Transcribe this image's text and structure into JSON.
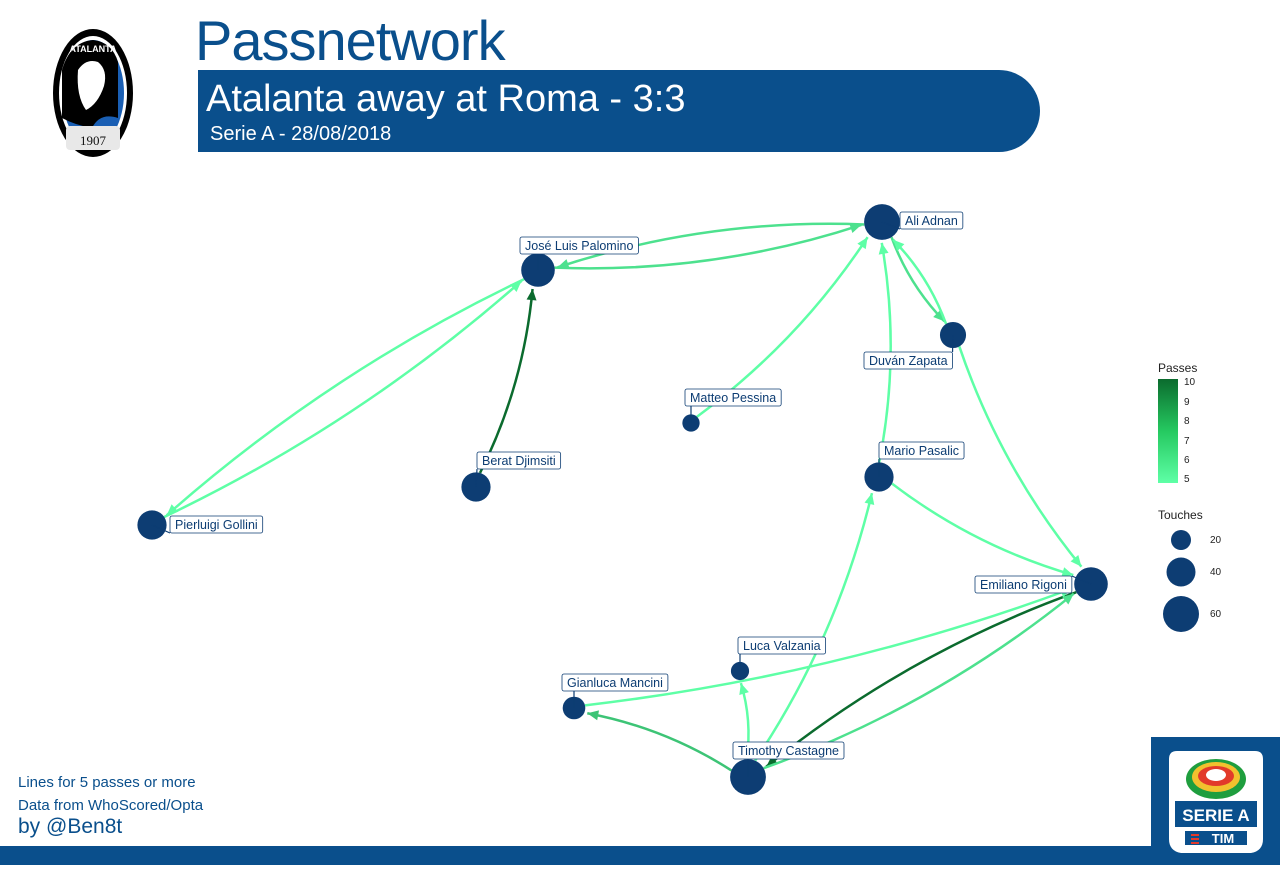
{
  "header": {
    "title": "Passnetwork",
    "match": "Atalanta away at Roma - 3:3",
    "competition": "Serie A - 28/08/2018"
  },
  "club_logo": {
    "name": "atalanta-crest",
    "text_top": "ATALANTA",
    "text_bottom": "1907",
    "colors": [
      "#000000",
      "#1a5fb4",
      "#ffffff"
    ]
  },
  "league_logo": {
    "name": "serie-a-tim-logo",
    "text": "SERIE A",
    "sponsor": "TIM"
  },
  "footer": {
    "note1": "Lines for 5 passes or more",
    "note2": "Data from WhoScored/Opta",
    "credit": "by @Ben8t"
  },
  "colors": {
    "brand": "#0a4f8c",
    "node": "#0d3d73",
    "pass_low": "#5effa6",
    "pass_high": "#0b6b2e"
  },
  "chart_data": {
    "type": "network",
    "nodes": [
      {
        "id": "adnan",
        "label": "Ali Adnan",
        "touches": 60
      },
      {
        "id": "palomino",
        "label": "José Luis Palomino",
        "touches": 55
      },
      {
        "id": "zapata",
        "label": "Duván Zapata",
        "touches": 38
      },
      {
        "id": "pessina",
        "label": "Matteo Pessina",
        "touches": 18
      },
      {
        "id": "pasalic",
        "label": "Mario Pasalic",
        "touches": 45
      },
      {
        "id": "djimsiti",
        "label": "Berat Djimsiti",
        "touches": 45
      },
      {
        "id": "gollini",
        "label": "Pierluigi Gollini",
        "touches": 45
      },
      {
        "id": "rigoni",
        "label": "Emiliano Rigoni",
        "touches": 55
      },
      {
        "id": "valzania",
        "label": "Luca Valzania",
        "touches": 20
      },
      {
        "id": "mancini",
        "label": "Gianluca Mancini",
        "touches": 30
      },
      {
        "id": "castagne",
        "label": "Timothy Castagne",
        "touches": 60
      }
    ],
    "edges": [
      {
        "from": "palomino",
        "to": "adnan",
        "passes": 6
      },
      {
        "from": "adnan",
        "to": "palomino",
        "passes": 6
      },
      {
        "from": "gollini",
        "to": "palomino",
        "passes": 5
      },
      {
        "from": "palomino",
        "to": "gollini",
        "passes": 5
      },
      {
        "from": "djimsiti",
        "to": "palomino",
        "passes": 10
      },
      {
        "from": "pessina",
        "to": "adnan",
        "passes": 5
      },
      {
        "from": "adnan",
        "to": "zapata",
        "passes": 6
      },
      {
        "from": "zapata",
        "to": "adnan",
        "passes": 5
      },
      {
        "from": "pasalic",
        "to": "adnan",
        "passes": 5
      },
      {
        "from": "zapata",
        "to": "rigoni",
        "passes": 5
      },
      {
        "from": "pasalic",
        "to": "rigoni",
        "passes": 5
      },
      {
        "from": "rigoni",
        "to": "castagne",
        "passes": 10
      },
      {
        "from": "castagne",
        "to": "rigoni",
        "passes": 6
      },
      {
        "from": "mancini",
        "to": "rigoni",
        "passes": 5
      },
      {
        "from": "castagne",
        "to": "pasalic",
        "passes": 5
      },
      {
        "from": "castagne",
        "to": "valzania",
        "passes": 5
      },
      {
        "from": "castagne",
        "to": "mancini",
        "passes": 7
      }
    ],
    "legend": {
      "passes_title": "Passes",
      "passes_ticks": [
        "10",
        "9",
        "8",
        "7",
        "6",
        "5"
      ],
      "passes_range": [
        5,
        10
      ],
      "touches_title": "Touches",
      "touches_ticks": [
        "20",
        "40",
        "60"
      ]
    }
  }
}
